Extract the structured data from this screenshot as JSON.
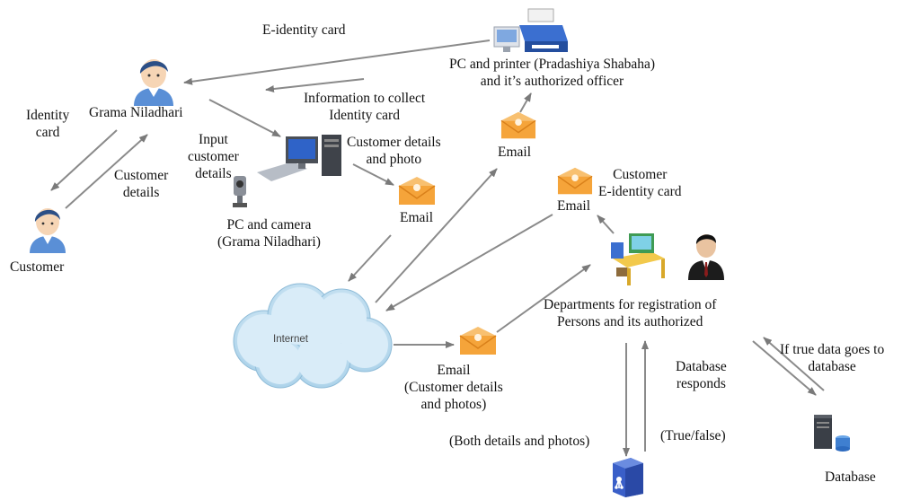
{
  "labels": {
    "e_identity_card_top": "E-identity card",
    "pc_printer": "PC and printer (Pradashiya Shabaha)\nand it’s authorized officer",
    "grama_niladhari": "Grama Niladhari",
    "identity_card": "Identity\ncard",
    "information_collect": "Information to collect\nIdentity card",
    "input_customer_details": "Input\ncustomer\ndetails",
    "customer_details_photo": "Customer details\nand photo",
    "customer_details_left": "Customer\ndetails",
    "customer": "Customer",
    "pc_camera": "PC and camera\n(Grama Niladhari)",
    "email_1": "Email",
    "email_2": "Email",
    "email_3": "Email",
    "customer_e_identity": "Customer\nE-identity card",
    "internet": "Internet",
    "departments": "Departments for registration of\nPersons and its authorized",
    "email_bottom": "Email\n(Customer details\nand photos)",
    "database_responds": "Database\nresponds",
    "if_true": "If true data goes to\ndatabase",
    "both_details": "(Both details and photos)",
    "true_false": "(True/false)",
    "database": "Database"
  }
}
